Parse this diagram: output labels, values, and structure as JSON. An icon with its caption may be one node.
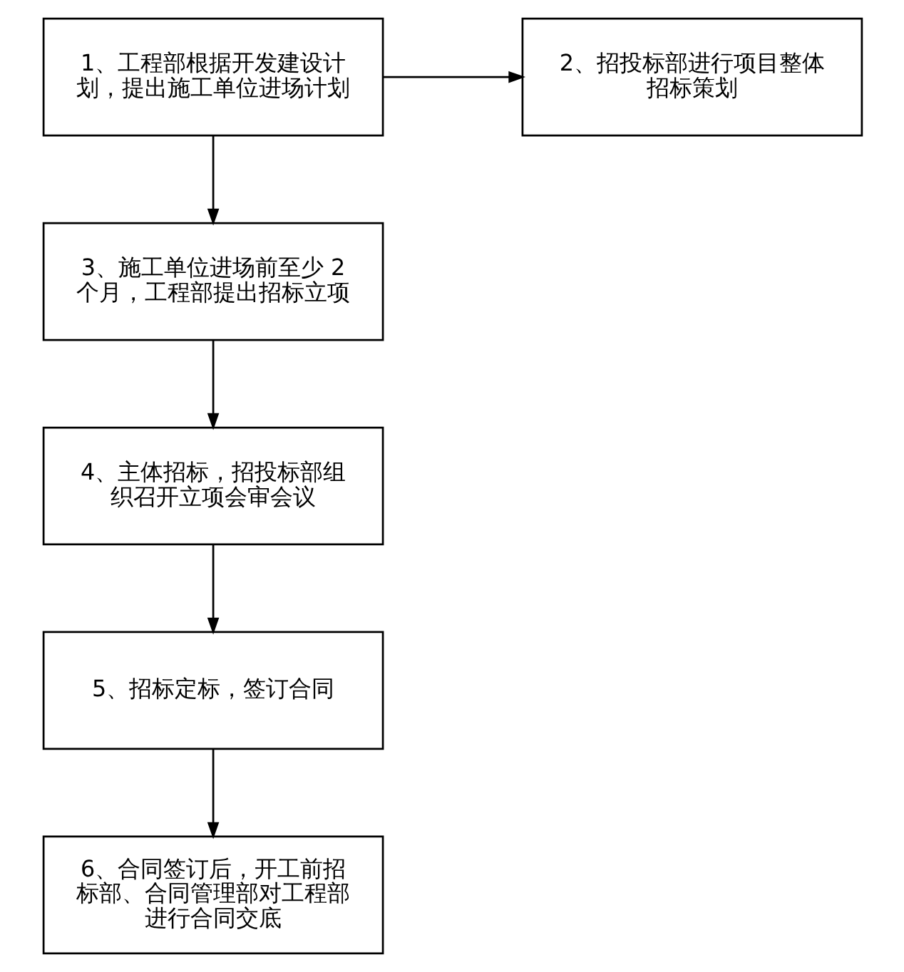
{
  "diagram": {
    "nodes": [
      {
        "text": [
          "1、工程部根据开发建设计划，提出施工单位进场计划"
        ]
      },
      {
        "text": [
          "2、招投标部进行项目整体招标策划"
        ]
      },
      {
        "text": [
          "3、施工单位进场前至少 2 个月，工程部提出招标立项"
        ]
      },
      {
        "text": [
          "4、主体招标，招投标部组织召开立项会审会议"
        ]
      },
      {
        "text": [
          "5、招标定标，签订合同"
        ]
      },
      {
        "text": [
          "6、合同签订后，开工前招标部、合同管理部对工程部进行合同交底"
        ]
      }
    ],
    "edges": [
      {
        "from": 0,
        "to": 1,
        "arrow": "to"
      },
      {
        "from": 0,
        "to": 2,
        "arrow": "to"
      },
      {
        "from": 2,
        "to": 3,
        "arrow": "to"
      },
      {
        "from": 3,
        "to": 4,
        "arrow": "to"
      },
      {
        "from": 4,
        "to": 5,
        "arrow": "to"
      }
    ]
  }
}
